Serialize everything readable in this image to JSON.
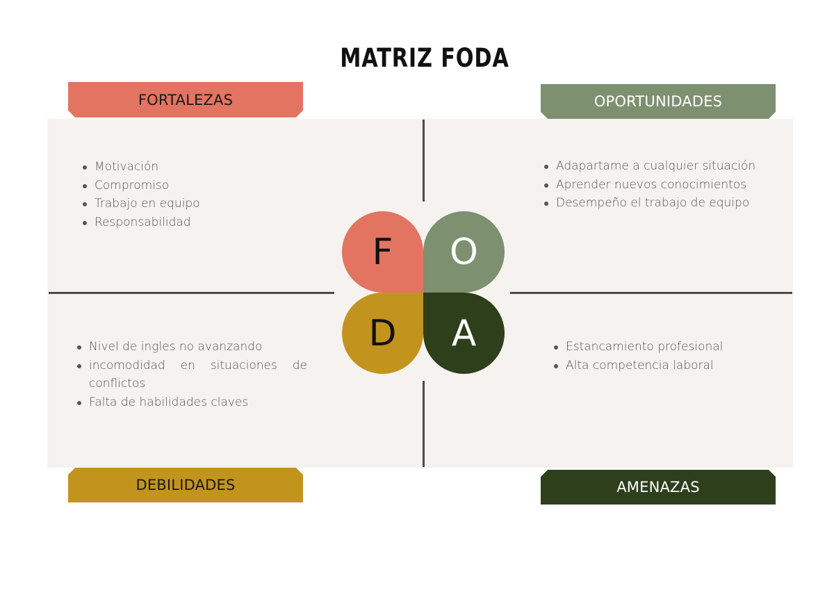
{
  "title": "MATRIZ FODA",
  "quadrants": {
    "fortalezas": {
      "label": "FORTALEZAS",
      "letter": "F",
      "color": "#e27461",
      "items": [
        "Motivación",
        "Compromiso",
        "Trabajo en equipo",
        "Responsabilidad"
      ]
    },
    "oportunidades": {
      "label": "OPORTUNIDADES",
      "letter": "O",
      "color": "#7d9070",
      "items": [
        "Adapartame a cualquier situación",
        "Aprender nuevos conocimientos",
        "Desempeño el trabajo de equipo"
      ]
    },
    "debilidades": {
      "label": "DEBILIDADES",
      "letter": "D",
      "color": "#c2941e",
      "items": [
        "Nivel de ingles no avanzando",
        "incomodidad en situaciones de conflictos",
        "Falta de habilidades claves"
      ]
    },
    "amenazas": {
      "label": "AMENAZAS",
      "letter": "A",
      "color": "#2e3f1b",
      "items": [
        "Estancamiento profesional",
        "Alta competencia laboral"
      ]
    }
  },
  "colors": {
    "panel_background": "#f5f2ef",
    "divider": "#4a4a4a",
    "item_text": "#555555"
  }
}
